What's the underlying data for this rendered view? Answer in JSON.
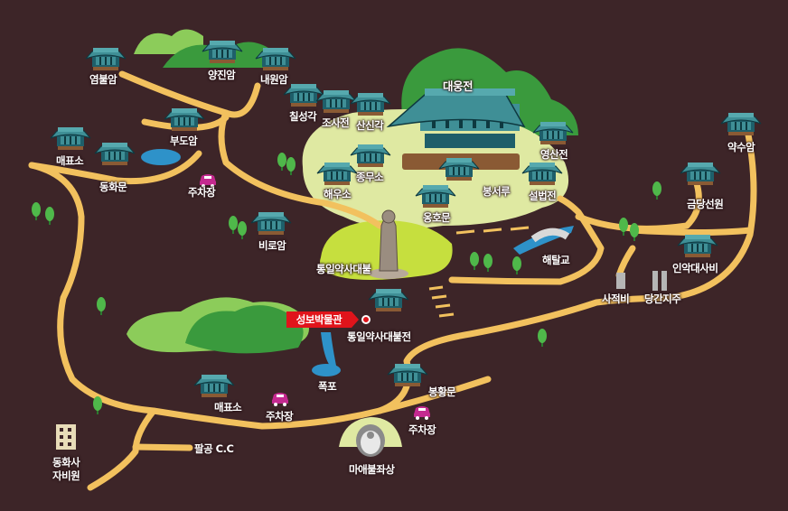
{
  "places": {
    "yeombulam": "염불암",
    "yangjinam": "양진암",
    "naewonam": "내원암",
    "chilseonggak": "칠성각",
    "josajeon": "조사전",
    "sansingak": "산신각",
    "daeungjeon": "대웅전",
    "budoam": "부도암",
    "maepyoso_top": "매표소",
    "donghwamun": "동화문",
    "parking_1": "주차장",
    "yeongsanjeon": "영산전",
    "yaksuam": "약수암",
    "jongmuso": "종무소",
    "haeuso": "해우소",
    "bongseoru": "봉서루",
    "seolbeopjeon": "설법전",
    "geumdangseonwon": "금당선원",
    "ongmun": "옹호문",
    "biroam": "비로암",
    "tongil_buddha": "통일약사대불",
    "haetalgyo": "해탈교",
    "inak_stele": "인악대사비",
    "sajeokbi": "사적비",
    "danggan": "당간지주",
    "museum": "성보박물관",
    "tongil_hall": "통일약사대불전",
    "waterfall": "폭포",
    "maepyoso_bottom": "매표소",
    "parking_2": "주차장",
    "bonghwangmun": "봉황문",
    "parking_3": "주차장",
    "palgong_cc": "팔공 C.C",
    "jabiwon_1": "동화사",
    "jabiwon_2": "자비원",
    "maaebul": "마애불좌상"
  },
  "colors": {
    "background": "#3d2528",
    "road": "#f2c15e",
    "roof": "#3f8f96",
    "hill": "#3a9a3d",
    "callout": "#e0141b",
    "parking": "#c4298f"
  }
}
